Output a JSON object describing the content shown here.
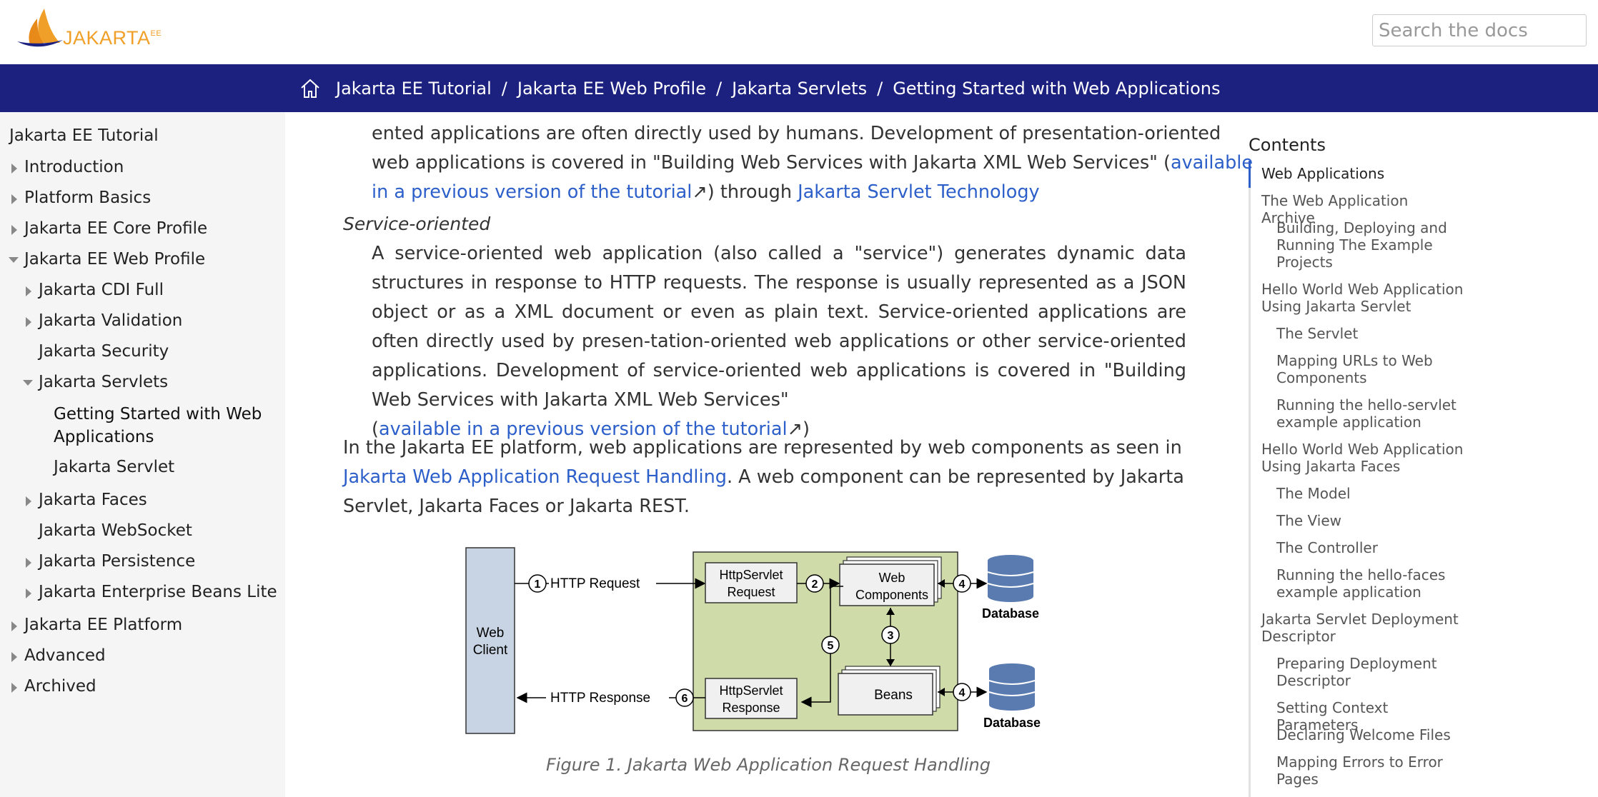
{
  "header": {
    "logo_text": "JAKARTA",
    "logo_sup": "EE",
    "search_placeholder": "Search the docs"
  },
  "breadcrumbs": [
    "Jakarta EE Tutorial",
    "Jakarta EE Web Profile",
    "Jakarta Servlets",
    "Getting Started with Web Applications"
  ],
  "breadcrumb_separator": "/",
  "sidebar": {
    "root": "Jakarta EE Tutorial",
    "items": [
      {
        "label": "Introduction"
      },
      {
        "label": "Platform Basics"
      },
      {
        "label": "Jakarta EE Core Profile"
      },
      {
        "label": "Jakarta EE Web Profile"
      },
      {
        "label": "Jakarta CDI Full"
      },
      {
        "label": "Jakarta Validation"
      },
      {
        "label": "Jakarta Security"
      },
      {
        "label": "Jakarta Servlets"
      },
      {
        "label": "Getting Started with Web Applications"
      },
      {
        "label": "Jakarta Servlet"
      },
      {
        "label": "Jakarta Faces"
      },
      {
        "label": "Jakarta WebSocket"
      },
      {
        "label": "Jakarta Persistence"
      },
      {
        "label": "Jakarta Enterprise Beans Lite"
      },
      {
        "label": "Jakarta EE Platform"
      },
      {
        "label": "Advanced"
      },
      {
        "label": "Archived"
      }
    ]
  },
  "content": {
    "p1_line1": "ented applications are often directly used by humans. Development of presentation-oriented",
    "p1_line2_a": "web applications is covered in \"Building Web Services with Jakarta XML Web Services\" (",
    "p1_link1": "available",
    "p1_link2": "in a previous version of the tutorial",
    "p1_arrow": "↗",
    "p1_mid": ") through ",
    "p1_link3": "Jakarta Servlet Technology",
    "dt_service": "Service-oriented",
    "p2_text": "A service-oriented web application (also called a \"service\") generates dynamic data structures in response to HTTP requests. The response is usually represented as a JSON object or as a XML document or even as plain text. Service-oriented applications are often directly used by presen-tation-oriented web applications or other service-oriented applications. Development of service-oriented web applications is covered in \"Building Web Services with Jakarta XML Web Services\"",
    "p2_open": "(",
    "p2_link": "available in a previous version of the tutorial",
    "p2_arrow": "↗",
    "p2_close": ")",
    "p3_a": "In the Jakarta EE platform, web applications are represented by web components as seen in ",
    "p3_link": "Jakarta Web Application Request Handling",
    "p3_b": ". A web component can be represented by Jakarta Servlet, Jakarta Faces or Jakarta REST.",
    "caption": "Figure 1. Jakarta Web Application Request Handling"
  },
  "diagram": {
    "web_client": [
      "Web",
      "Client"
    ],
    "http_request": "HTTP Request",
    "http_response": "HTTP Response",
    "servlet_request": [
      "HttpServlet",
      "Request"
    ],
    "servlet_response": [
      "HttpServlet",
      "Response"
    ],
    "web_components": [
      "Web",
      "Components"
    ],
    "beans": "Beans",
    "database": "Database",
    "steps": [
      "1",
      "2",
      "3",
      "4",
      "5",
      "6"
    ],
    "colors": {
      "client_fill": "#c8d4e3",
      "container_fill": "#cfdcaa",
      "db_fill": "#5a7bb0"
    }
  },
  "toc": {
    "title": "Contents",
    "items": [
      {
        "label": "Web Applications",
        "level": 1,
        "active": true
      },
      {
        "label": "The Web Application Archive",
        "level": 1
      },
      {
        "label": "Building, Deploying and Running The Example Projects",
        "level": 2
      },
      {
        "label": "Hello World Web Application Using Jakarta Servlet",
        "level": 1
      },
      {
        "label": "The Servlet",
        "level": 2
      },
      {
        "label": "Mapping URLs to Web Components",
        "level": 2
      },
      {
        "label": "Running the hello-servlet example application",
        "level": 2
      },
      {
        "label": "Hello World Web Application Using Jakarta Faces",
        "level": 1
      },
      {
        "label": "The Model",
        "level": 2
      },
      {
        "label": "The View",
        "level": 2
      },
      {
        "label": "The Controller",
        "level": 2
      },
      {
        "label": "Running the hello-faces example application",
        "level": 2
      },
      {
        "label": "Jakarta Servlet Deployment Descriptor",
        "level": 1
      },
      {
        "label": "Preparing Deployment Descriptor",
        "level": 2
      },
      {
        "label": "Setting Context Parameters",
        "level": 2
      },
      {
        "label": "Declaring Welcome Files",
        "level": 2
      },
      {
        "label": "Mapping Errors to Error Pages",
        "level": 2
      }
    ]
  }
}
